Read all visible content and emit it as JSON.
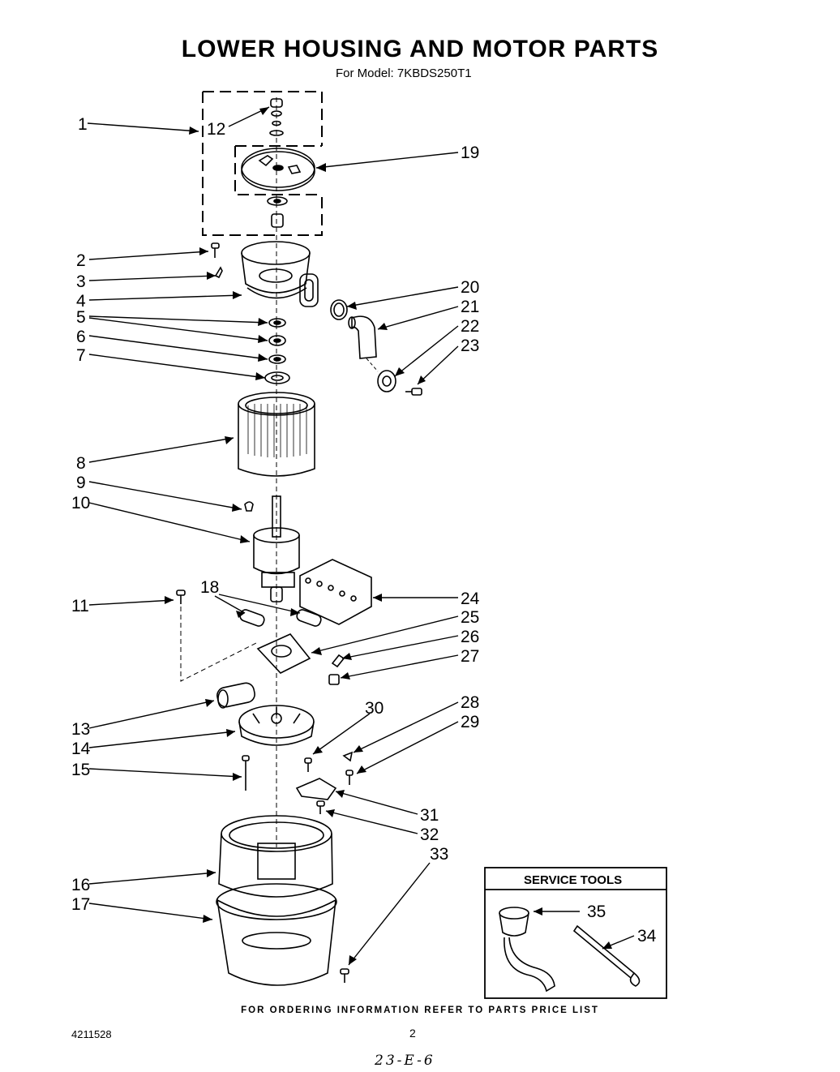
{
  "title": "LOWER HOUSING AND MOTOR PARTS",
  "subtitle": "For Model: 7KBDS250T1",
  "labels": {
    "n1": "1",
    "n2": "2",
    "n3": "3",
    "n4": "4",
    "n5": "5",
    "n6": "6",
    "n7": "7",
    "n8": "8",
    "n9": "9",
    "n10": "10",
    "n11": "11",
    "n12": "12",
    "n13": "13",
    "n14": "14",
    "n15": "15",
    "n16": "16",
    "n17": "17",
    "n18": "18",
    "n19": "19",
    "n20": "20",
    "n21": "21",
    "n22": "22",
    "n23": "23",
    "n24": "24",
    "n25": "25",
    "n26": "26",
    "n27": "27",
    "n28": "28",
    "n29": "29",
    "n30": "30",
    "n31": "31",
    "n32": "32",
    "n33": "33",
    "n34": "34",
    "n35": "35"
  },
  "service_tools": {
    "title": "SERVICE TOOLS"
  },
  "footer": {
    "note": "FOR ORDERING INFORMATION REFER TO PARTS PRICE LIST",
    "doc_number": "4211528",
    "page_number": "2",
    "handwritten": "23-E-6"
  }
}
